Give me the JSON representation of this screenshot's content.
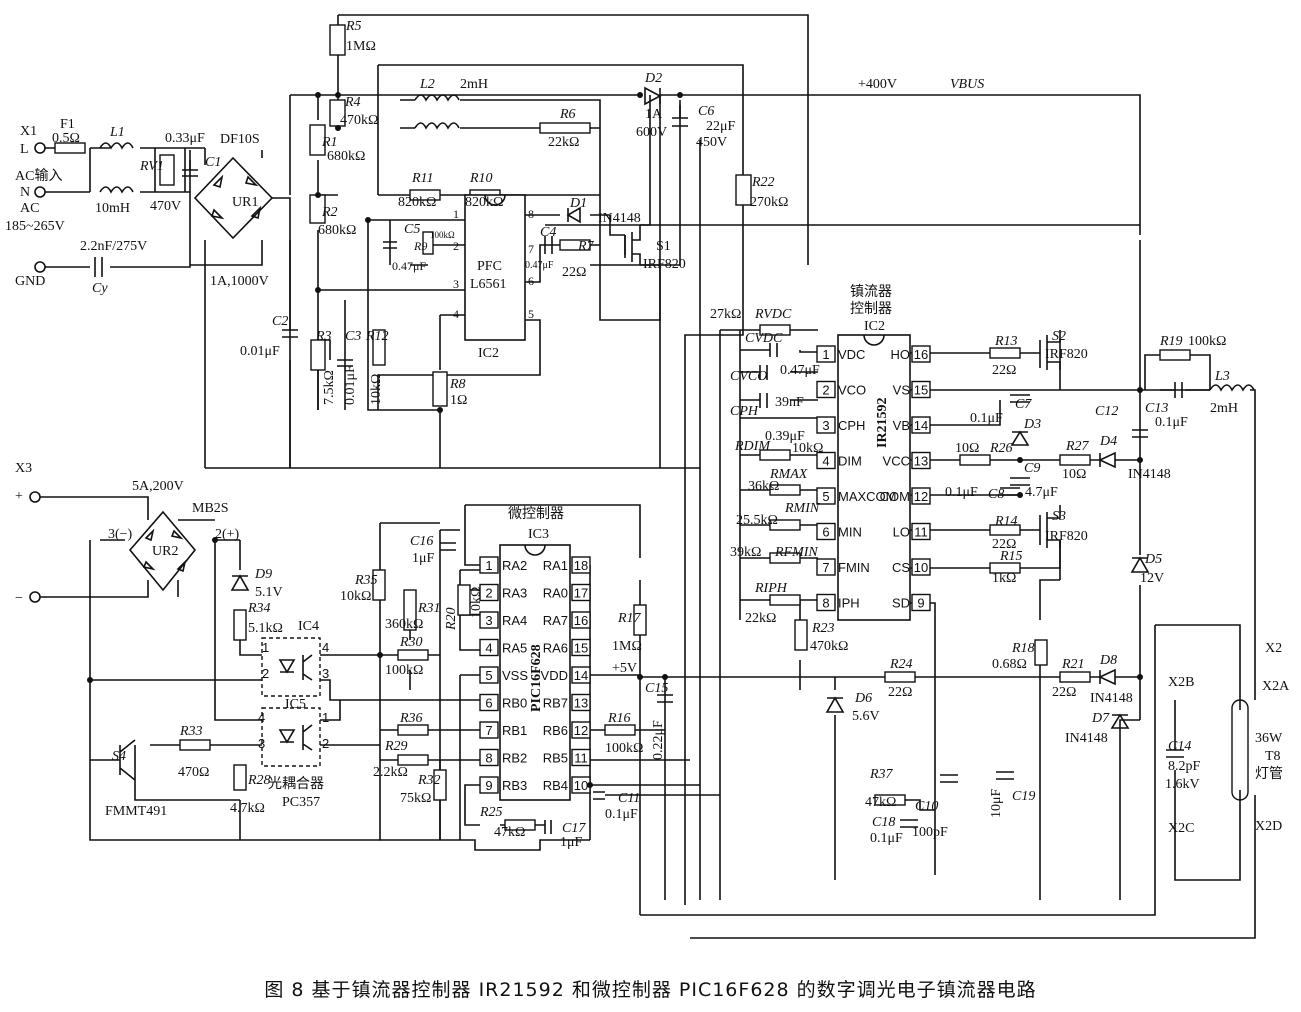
{
  "caption": "图 8   基于镇流器控制器 IR21592 和微控制器 PIC16F628 的数字调光电子镇流器电路",
  "rails": {
    "plus400": "+400V",
    "vbus": "VBUS"
  },
  "input": {
    "x1": "X1",
    "l": "L",
    "ac_in": "AC输入",
    "n": "N",
    "ac": "AC",
    "range": "185~265V",
    "gnd": "GND",
    "f1": "F1",
    "f1_val": "0.5Ω",
    "l1": "L1",
    "l1_val": "10mH",
    "rv1": "RV1",
    "rv1_val": "470V",
    "c1": "C1",
    "c1_val": "0.33μF",
    "cy": "Cy",
    "cy_val": "2.2nF/275V",
    "ur1": "UR1",
    "ur1_type": "DF10S",
    "ur1_rating": "1A,1000V"
  },
  "pfc": {
    "r5": "R5",
    "r5_val": "1MΩ",
    "r4": "R4",
    "r4_val": "470kΩ",
    "r1": "R1",
    "r1_val": "680kΩ",
    "r2": "R2",
    "r2_val": "680kΩ",
    "l2": "L2",
    "l2_val": "2mH",
    "d2": "D2",
    "d2_val1": "1A",
    "d2_val2": "600V",
    "c6": "C6",
    "c6_val1": "22μF",
    "c6_val2": "450V",
    "r6": "R6",
    "r6_val": "22kΩ",
    "r11": "R11",
    "r11_val": "820kΩ",
    "r10": "R10",
    "r10_val": "820kΩ",
    "c5": "C5",
    "c5_val": "0.47μF",
    "r9": "R9",
    "r9_val": "100kΩ",
    "d1": "D1",
    "d1_val": "IN4148",
    "c4": "C4",
    "c4_val": "0.47μF",
    "r7": "R7",
    "r7_val": "22Ω",
    "s1": "S1",
    "s1_val": "IRF820",
    "r22": "R22",
    "r22_val": "270kΩ",
    "ic_name1": "PFC",
    "ic_name2": "L6561",
    "ic_ref": "IC2",
    "c2": "C2",
    "c2_val": "0.01μF",
    "r3": "R3",
    "r3_val": "7.5kΩ",
    "c3": "C3",
    "c3_val": "0.01μF",
    "r12": "R12",
    "r12_val": "10kΩ",
    "r8": "R8",
    "r8_val": "1Ω",
    "pins": [
      "1",
      "2",
      "3",
      "4",
      "5",
      "6",
      "7",
      "8"
    ]
  },
  "ballast": {
    "title1": "镇流器",
    "title2": "控制器",
    "ref": "IC2",
    "part": "IR21592",
    "left_pins": [
      {
        "n": "1",
        "name": "VDC"
      },
      {
        "n": "2",
        "name": "VCO"
      },
      {
        "n": "3",
        "name": "CPH"
      },
      {
        "n": "4",
        "name": "DIM"
      },
      {
        "n": "5",
        "name": "MAXCOM"
      },
      {
        "n": "6",
        "name": "MIN"
      },
      {
        "n": "7",
        "name": "FMIN"
      },
      {
        "n": "8",
        "name": "IPH"
      }
    ],
    "right_pins": [
      {
        "n": "16",
        "name": "HO"
      },
      {
        "n": "15",
        "name": "VS"
      },
      {
        "n": "14",
        "name": "VB"
      },
      {
        "n": "13",
        "name": "VCC"
      },
      {
        "n": "12",
        "name": "COM"
      },
      {
        "n": "11",
        "name": "LO"
      },
      {
        "n": "10",
        "name": "CS"
      },
      {
        "n": "9",
        "name": "SD"
      }
    ],
    "rvdc": "RVDC",
    "rvdc_val": "27kΩ",
    "cvdc": "CVDC",
    "cvdc_val": "0.47μF",
    "cvco": "CVCO",
    "cvco_val": "39nF",
    "cph": "CPH",
    "cph_val": "0.39μF",
    "rdim": "RDIM",
    "rdim_val": "10kΩ",
    "rmax": "RMAX",
    "rmax_val": "36kΩ",
    "rmin": "RMIN",
    "rmin_val": "25.5kΩ",
    "rfmin": "RFMIN",
    "rfmin_val": "39kΩ",
    "riph": "RIPH",
    "riph_val": "22kΩ",
    "r23": "R23",
    "r23_val": "470kΩ"
  },
  "output": {
    "r13": "R13",
    "r13_val": "22Ω",
    "s2": "S2",
    "s2_val": "IRF820",
    "r19": "R19",
    "r19_val": "100kΩ",
    "l3": "L3",
    "l3_val": "2mH",
    "c12": "C12",
    "c13": "C13",
    "c13_val": "0.1μF",
    "c7": "C7",
    "c7_val": "0.1μF",
    "d3": "D3",
    "r26": "R26",
    "r26_val": "10Ω",
    "r27": "R27",
    "r27_val": "10Ω",
    "d4": "D4",
    "d4_val": "IN4148",
    "c9": "C9",
    "c9_val": "4.7μF",
    "c8": "C8",
    "c8_val": "0.1μF",
    "r14": "R14",
    "r14_val": "22Ω",
    "s3": "S3",
    "s3_val": "IRF820",
    "r15": "R15",
    "r15_val": "1kΩ",
    "d5": "D5",
    "d5_val": "12V",
    "r18": "R18",
    "r18_val": "0.68Ω",
    "r21": "R21",
    "r21_val": "22Ω",
    "d8": "D8",
    "d8_val": "IN4148",
    "d7": "D7",
    "d7_val": "IN4148",
    "r24": "R24",
    "r24_val": "22Ω",
    "d6": "D6",
    "d6_val": "5.6V",
    "r37": "R37",
    "r37_val": "47kΩ",
    "c18": "C18",
    "c18_val": "0.1μF",
    "c10": "C10",
    "c10_val": "100pF",
    "c19": "C19",
    "c19_val": "10μF",
    "c14": "C14",
    "c14_val1": "8.2pF",
    "c14_val2": "1.6kV",
    "x2": "X2",
    "x2a": "X2A",
    "x2b": "X2B",
    "x2c": "X2C",
    "x2d": "X2D",
    "lamp1": "36W",
    "lamp2": "T8",
    "lamp3": "灯管"
  },
  "dimmer": {
    "x3": "X3",
    "plus": "+",
    "minus": "−",
    "ur2": "UR2",
    "ur2_rating": "5A,200V",
    "ur2_type": "MB2S",
    "ur2_p3": "3(−)",
    "ur2_p2": "2(+)",
    "d9": "D9",
    "d9_val": "5.1V",
    "r34": "R34",
    "r34_val": "5.1kΩ",
    "ic4": "IC4",
    "ic5": "IC5",
    "opto": "光耦合器",
    "opto_part": "PC357",
    "s4": "S4",
    "s4_val": "FMMT491",
    "r33": "R33",
    "r33_val": "470Ω",
    "r28": "R28",
    "r28_val": "4.7kΩ",
    "r35": "R35",
    "r35_val": "10kΩ",
    "r31": "R31",
    "r31_val": "360kΩ",
    "r30": "R30",
    "r30_val": "100kΩ",
    "c16": "C16",
    "c16_val": "1μF",
    "r20": "R20",
    "r20_val": "10kΩ",
    "r36": "R36",
    "r29": "R29",
    "r29_val": "2.2kΩ",
    "r32": "R32",
    "r32_val": "75kΩ",
    "r25": "R25",
    "r25_val": "47kΩ",
    "c17": "C17",
    "c17_val": "1μF",
    "r17": "R17",
    "r17_val": "1MΩ",
    "plus5": "+5V",
    "c15": "C15",
    "c15_val": "0.22μF",
    "r16": "R16",
    "r16_val": "100kΩ",
    "c11": "C11",
    "c11_val": "0.1μF"
  },
  "mcu": {
    "title": "微控制器",
    "ref": "IC3",
    "part": "PIC16F628",
    "left_pins": [
      {
        "n": "1",
        "name": "RA2"
      },
      {
        "n": "2",
        "name": "RA3"
      },
      {
        "n": "3",
        "name": "RA4"
      },
      {
        "n": "4",
        "name": "RA5"
      },
      {
        "n": "5",
        "name": "VSS"
      },
      {
        "n": "6",
        "name": "RB0"
      },
      {
        "n": "7",
        "name": "RB1"
      },
      {
        "n": "8",
        "name": "RB2"
      },
      {
        "n": "9",
        "name": "RB3"
      }
    ],
    "right_pins": [
      {
        "n": "18",
        "name": "RA1"
      },
      {
        "n": "17",
        "name": "RA0"
      },
      {
        "n": "16",
        "name": "RA7"
      },
      {
        "n": "15",
        "name": "RA6"
      },
      {
        "n": "14",
        "name": "VDD"
      },
      {
        "n": "13",
        "name": "RB7"
      },
      {
        "n": "12",
        "name": "RB6"
      },
      {
        "n": "11",
        "name": "RB5"
      },
      {
        "n": "10",
        "name": "RB4"
      }
    ]
  }
}
